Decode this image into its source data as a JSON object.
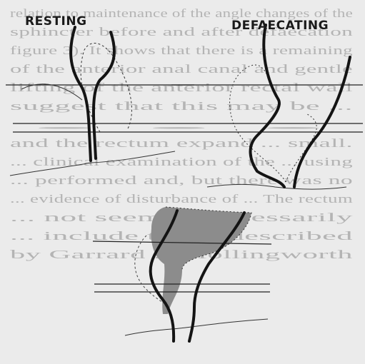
{
  "labels": {
    "resting": "RESTING",
    "defaecating": "DEFAECATING"
  },
  "show_through_text": [
    "relation to maintenance of the angle changes of the",
    "sphincter before and after defaecation",
    "figure 3). It shows that there is a remaining",
    "of the anterior anal canal and gentle",
    "lifting of the anterior rectal wall",
    "suggest that this may be ...",
    "...",
    "and the rectum expand ... small.",
    "... clinical examination of the ... using",
    "... performed and, but there was no",
    "... evidence of disturbance of ... The rectum",
    "... not seem ... necessarily",
    "... include the ... described",
    "by Garrard ... Hollingworth"
  ],
  "colors": {
    "ink": "#141414",
    "rectum_fill": "#8c8c8c",
    "background": "#ebebeb",
    "faint": "#3a3a3a"
  }
}
